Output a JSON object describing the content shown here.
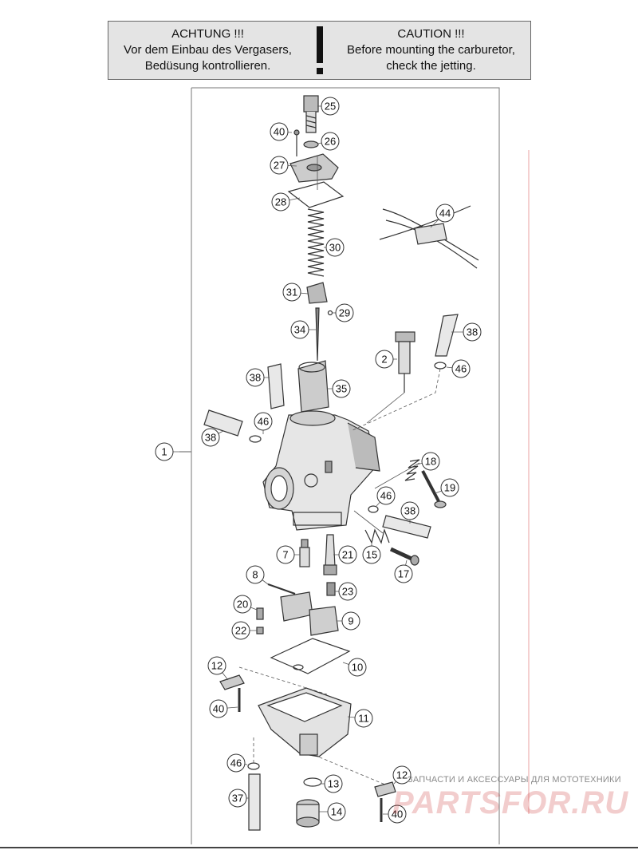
{
  "caution": {
    "de": [
      "ACHTUNG !!!",
      "Vor dem Einbau des Vergasers,",
      "Bedüsung kontrollieren."
    ],
    "en": [
      "CAUTION !!!",
      "Before mounting the carburetor,",
      "check the jetting."
    ]
  },
  "callouts": [
    {
      "id": "c25",
      "label": "25"
    },
    {
      "id": "c40a",
      "label": "40"
    },
    {
      "id": "c26",
      "label": "26"
    },
    {
      "id": "c27",
      "label": "27"
    },
    {
      "id": "c28",
      "label": "28"
    },
    {
      "id": "c44",
      "label": "44"
    },
    {
      "id": "c30",
      "label": "30"
    },
    {
      "id": "c31",
      "label": "31"
    },
    {
      "id": "c29",
      "label": "29"
    },
    {
      "id": "c34",
      "label": "34"
    },
    {
      "id": "c38a",
      "label": "38"
    },
    {
      "id": "c2",
      "label": "2"
    },
    {
      "id": "c46a",
      "label": "46"
    },
    {
      "id": "c38b",
      "label": "38"
    },
    {
      "id": "c35",
      "label": "35"
    },
    {
      "id": "c46b",
      "label": "46"
    },
    {
      "id": "c1",
      "label": "1"
    },
    {
      "id": "c38c",
      "label": "38"
    },
    {
      "id": "c18",
      "label": "18"
    },
    {
      "id": "c19",
      "label": "19"
    },
    {
      "id": "c46c",
      "label": "46"
    },
    {
      "id": "c38d",
      "label": "38"
    },
    {
      "id": "c7",
      "label": "7"
    },
    {
      "id": "c21",
      "label": "21"
    },
    {
      "id": "c15",
      "label": "15"
    },
    {
      "id": "c17",
      "label": "17"
    },
    {
      "id": "c8",
      "label": "8"
    },
    {
      "id": "c23",
      "label": "23"
    },
    {
      "id": "c20",
      "label": "20"
    },
    {
      "id": "c9",
      "label": "9"
    },
    {
      "id": "c22",
      "label": "22"
    },
    {
      "id": "c10",
      "label": "10"
    },
    {
      "id": "c12a",
      "label": "12"
    },
    {
      "id": "c40b",
      "label": "40"
    },
    {
      "id": "c11",
      "label": "11"
    },
    {
      "id": "c46d",
      "label": "46"
    },
    {
      "id": "c13",
      "label": "13"
    },
    {
      "id": "c12b",
      "label": "12"
    },
    {
      "id": "c37",
      "label": "37"
    },
    {
      "id": "c14",
      "label": "14"
    },
    {
      "id": "c40c",
      "label": "40"
    }
  ],
  "watermark": {
    "subtitle": "ЗАПЧАСТИ И АКСЕССУАРЫ ДЛЯ МОТОТЕХНИКИ",
    "logo": "PARTSFOR.RU"
  },
  "colors": {
    "line": "#333333",
    "frame": "#777777",
    "watermark_red": "#c41a1a",
    "panel": "#e4e4e4"
  }
}
